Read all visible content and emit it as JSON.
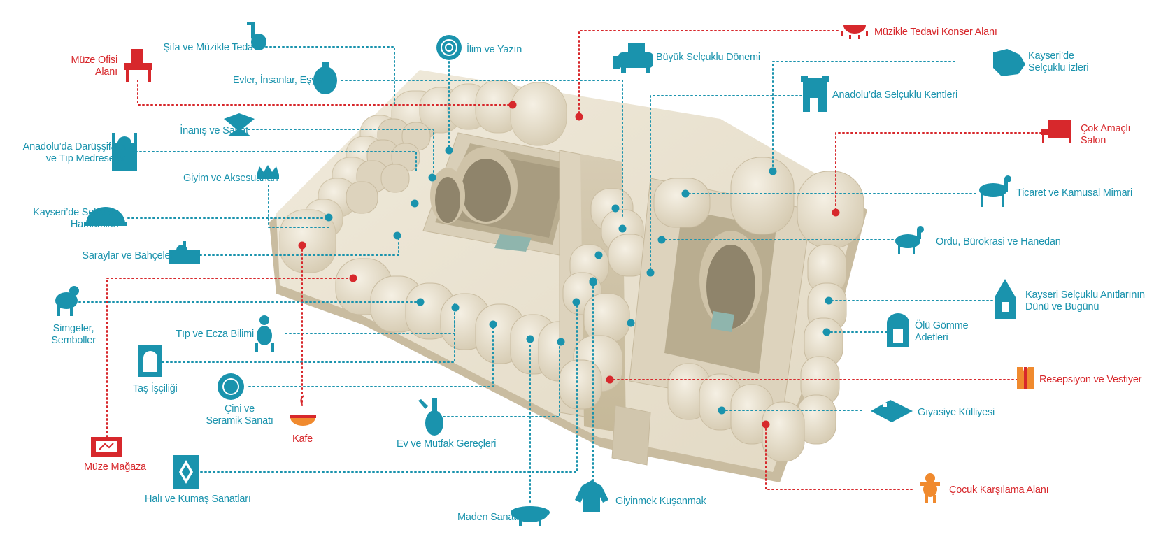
{
  "colors": {
    "exhibit": "#1a93ad",
    "service": "#d7282c",
    "building": "#e6decb"
  },
  "labels": {
    "sifa": "Şifa ve Müzikle Tedavi",
    "ilim": "İlim ve Yazın",
    "muzikle": "Müzikle Tedavi Konser Alanı",
    "muze_ofis_1": "Müze Ofisi",
    "muze_ofis_2": "Alanı",
    "evler": "Evler, İnsanlar, Eşya",
    "buyuk": "Büyük Selçuklu Dönemi",
    "kayseri_iz_1": "Kayseri’de",
    "kayseri_iz_2": "Selçuklu İzleri",
    "anadolu_kent": "Anadolu’da Selçuklu Kentleri",
    "inanis": "İnanış ve Sanat",
    "cok_1": "Çok Amaçlı",
    "cok_2": "Salon",
    "darussifa_1": "Anadolu’da Darüşşifalar",
    "darussifa_2": "ve Tıp Medreseleri",
    "giyim": "Giyim ve Aksesuarları",
    "ticaret": "Ticaret ve Kamusal Mimari",
    "hamam_1": "Kayseri’de Selçuklu",
    "hamam_2": "Hamamları",
    "ordu": "Ordu, Bürokrasi ve Hanedan",
    "saray": "Saraylar ve Bahçeler",
    "anit_1": "Kayseri Selçuklu Anıtlarının",
    "anit_2": "Dünü ve Bugünü",
    "simge_1": "Simgeler,",
    "simge_2": "Semboller",
    "olu_1": "Ölü Gömme",
    "olu_2": "Adetleri",
    "tip": "Tıp ve Ecza Bilimi",
    "resepsiyon": "Resepsiyon ve Vestiyer",
    "tas": "Taş İşçiliği",
    "gıyasiye": "Gıyasiye Külliyesi",
    "cini_1": "Çini ve",
    "cini_2": "Seramik Sanatı",
    "kafe": "Kafe",
    "ev_mutfak": "Ev ve Mutfak Gereçleri",
    "cocuk": "Çocuk Karşılama Alanı",
    "magaza": "Müze Mağaza",
    "hali": "Halı ve Kumaş Sanatları",
    "giyinmek": "Giyinmek Kuşanmak",
    "maden": "Maden Sanatı"
  }
}
